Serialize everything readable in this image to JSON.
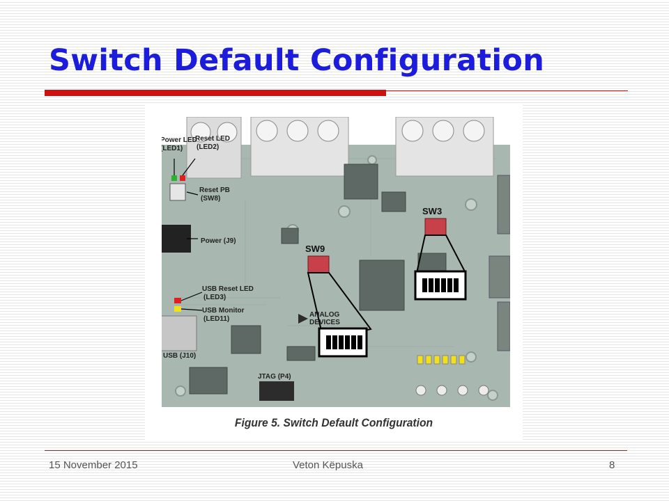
{
  "slide": {
    "title": "Switch Default Configuration",
    "footer": {
      "date": "15 November 2015",
      "author": "Veton Këpuska",
      "page_number": "8"
    }
  },
  "figure": {
    "caption": "Figure 5. Switch Default Configuration",
    "labels": {
      "power_led": [
        "Power LED",
        "(LED1)"
      ],
      "reset_led": [
        "Reset LED",
        "(LED2)"
      ],
      "reset_pb": [
        "Reset PB",
        "(SW8)"
      ],
      "power_jack": "Power (J9)",
      "usb_reset_led": [
        "USB Reset LED",
        "(LED3)"
      ],
      "usb_monitor": [
        "USB Monitor",
        "(LED11)"
      ],
      "usb": "USB (J10)",
      "jtag": "JTAG (P4)",
      "sw9": "SW9",
      "sw3": "SW3",
      "logo": [
        "ANALOG",
        "DEVICES"
      ]
    },
    "colors": {
      "board": "#a9b7b1",
      "dip_switch": "#c8404a",
      "led_red": "#e02020",
      "led_green": "#30b030",
      "led_yellow": "#f2e11a"
    }
  }
}
